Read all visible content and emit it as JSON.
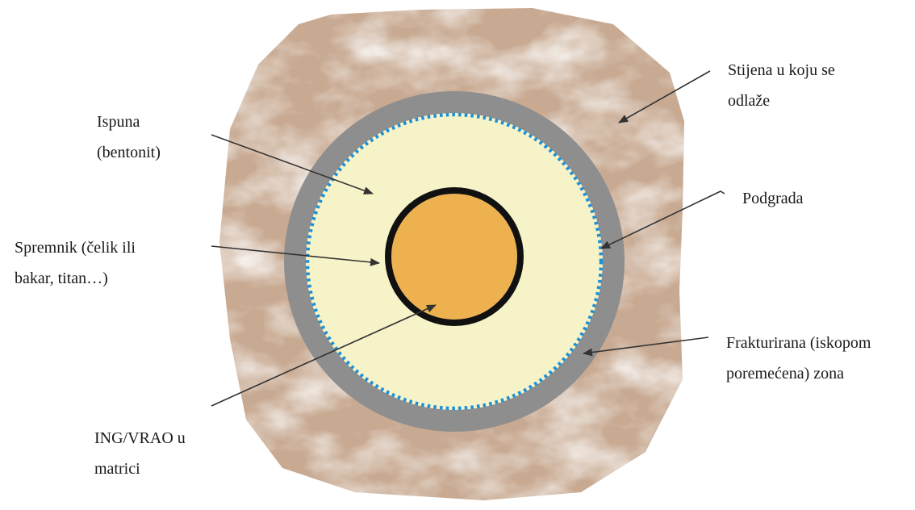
{
  "labels": {
    "rock": {
      "line1": "Stijena  u  koju  se",
      "line2": "odlaže"
    },
    "fill": {
      "line1": "Ispuna",
      "line2": "(bentonit)"
    },
    "support": {
      "line1": "Podgrada"
    },
    "canister": {
      "line1": "Spremnik  (čelik ili",
      "line2": "bakar, titan…)"
    },
    "fractured_zone": {
      "line1": "Frakturirana  (iskopom",
      "line2": "poremećena) zona"
    },
    "waste": {
      "line1": "ING/VRAO u",
      "line2": "matrici"
    }
  },
  "colors": {
    "rock": "#c8aa92",
    "rock_light": "#f1ebe6",
    "support": "#8e8e8e",
    "fill": "#f7f3c8",
    "dotted_boundary": "#1e90d6",
    "canister_wall": "#111111",
    "waste": "#edb14f",
    "arrows": "#333333"
  }
}
